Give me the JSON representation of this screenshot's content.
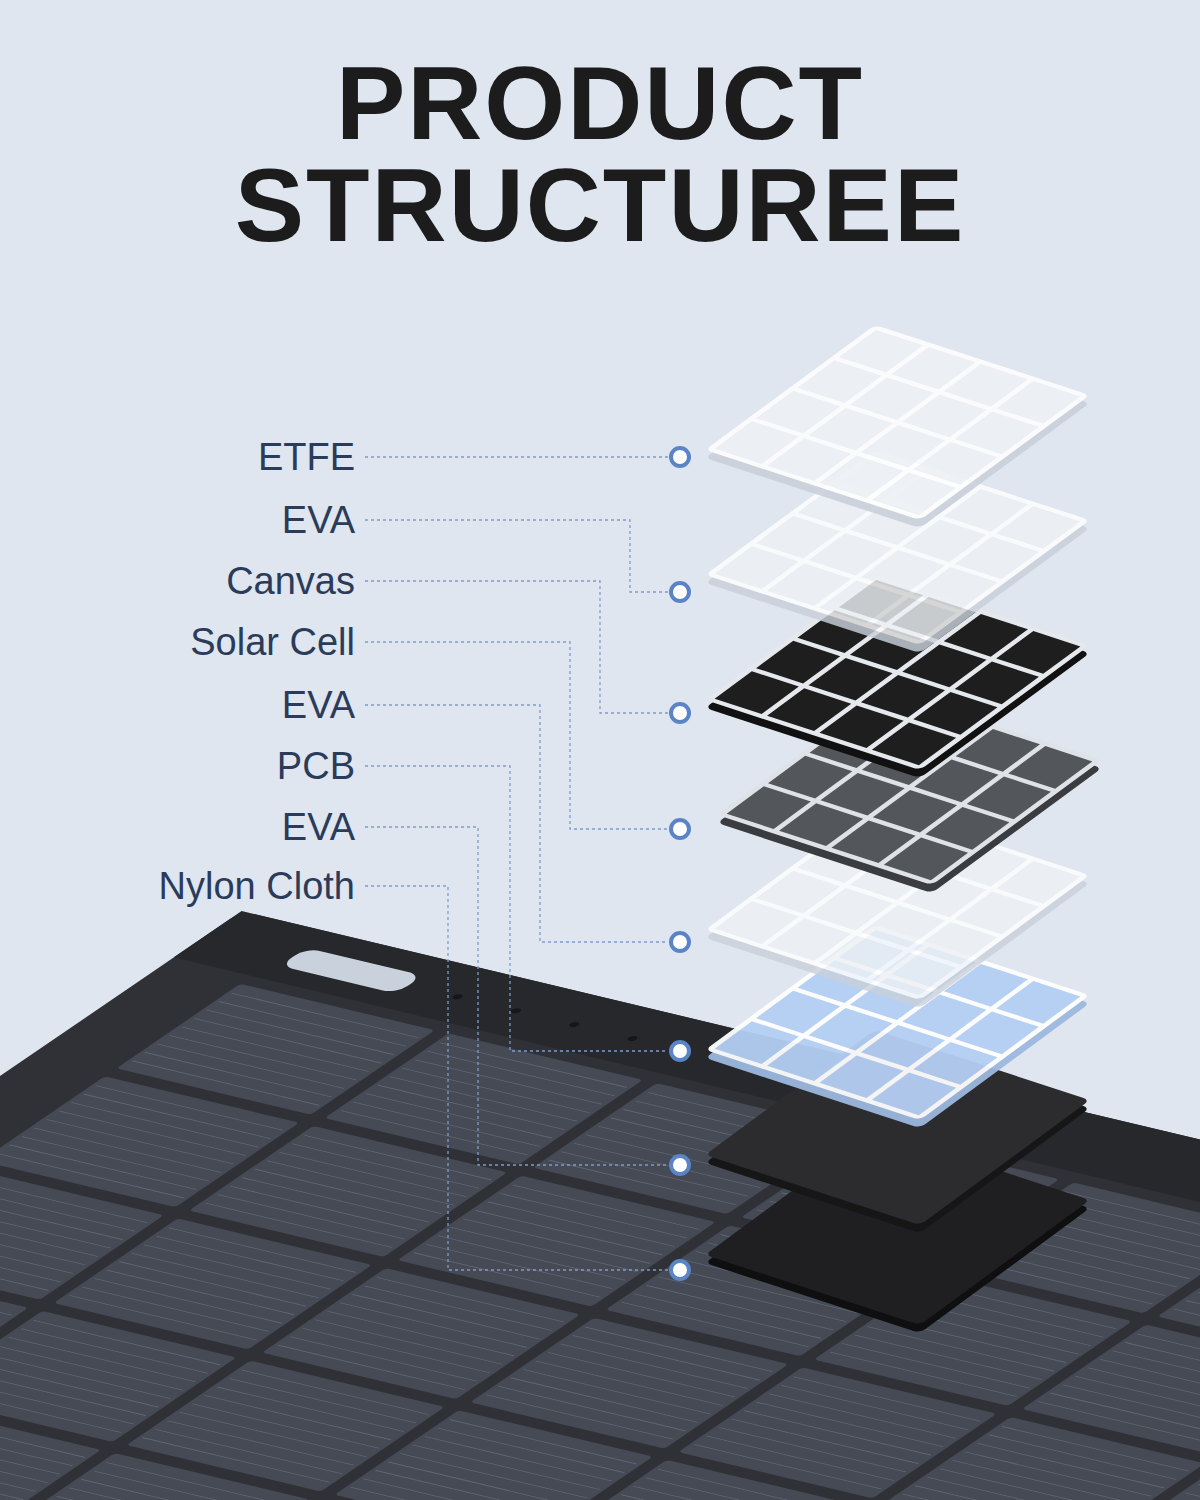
{
  "diagram": {
    "title": "PRODUCT STRUCTUREE",
    "labels": [
      "ETFE",
      "EVA",
      "Canvas",
      "Solar Cell",
      "EVA",
      "PCB",
      "EVA",
      "Nylon Cloth"
    ]
  }
}
